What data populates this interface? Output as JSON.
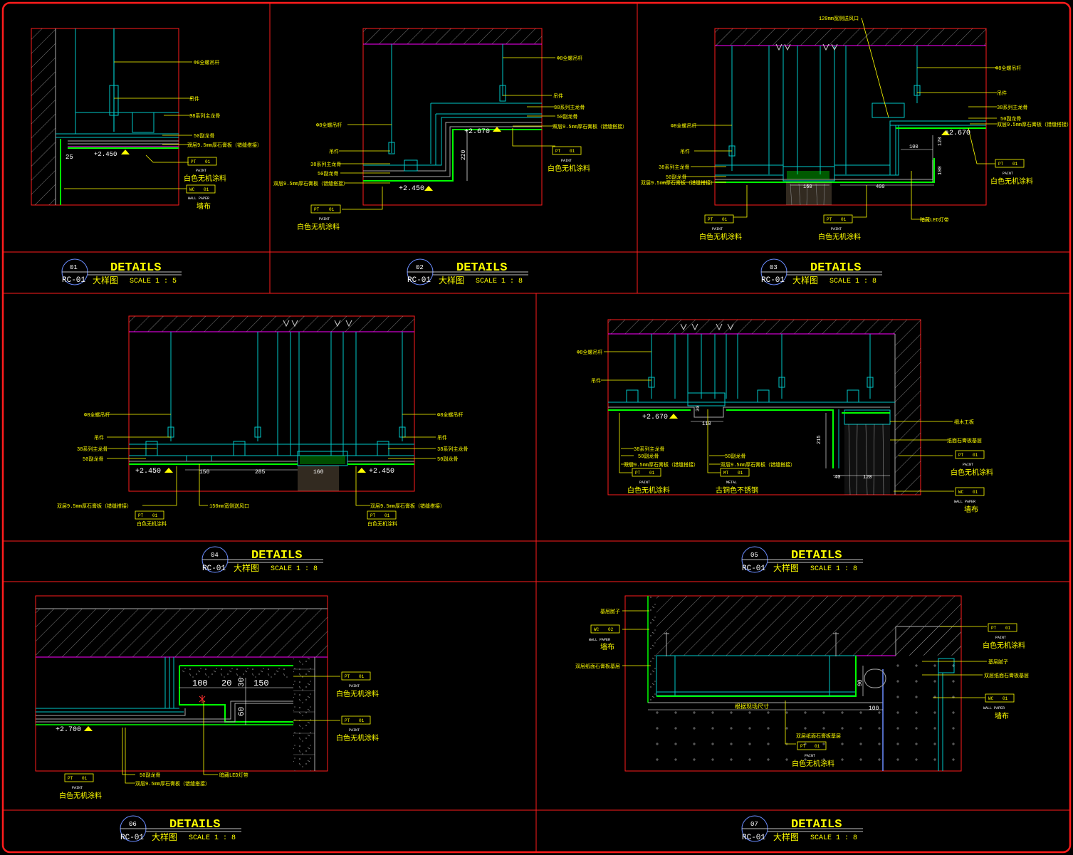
{
  "colors": {
    "frame": "#ff1c1c",
    "text": "#ffff00",
    "structure": "#00c8c8",
    "ceiling_line": "#ff00ff",
    "paint_layer": "#00ff00",
    "dimension": "#ffffff"
  },
  "panels": [
    {
      "num": "01",
      "code": "RC-01",
      "title": "DETAILS",
      "subtitle": "大样图",
      "scale": "SCALE 1 : 5",
      "level": "+2.450",
      "notes": [
        "Φ8全螺吊杆",
        "吊件",
        "38系列主龙骨",
        "50副龙骨",
        "双层9.5mm厚石膏板（错缝搭接）"
      ],
      "dims": [
        "25"
      ],
      "tags": [
        {
          "code": "PT",
          "num": "01",
          "label": "PAINT",
          "desc": "白色无机涂料"
        },
        {
          "code": "WC",
          "num": "01",
          "label": "WALL PAPER",
          "desc": "墙布"
        }
      ]
    },
    {
      "num": "02",
      "code": "RC-01",
      "title": "DETAILS",
      "subtitle": "大样图",
      "scale": "SCALE 1 : 8",
      "levels": [
        "+2.670",
        "+2.450"
      ],
      "notes_left": [
        "Φ8全螺吊杆",
        "吊件",
        "38系列主龙骨",
        "50副龙骨",
        "双层9.5mm厚石膏板（错缝搭接）"
      ],
      "notes_right": [
        "Φ8全螺吊杆",
        "吊件",
        "38系列主龙骨",
        "50副龙骨",
        "双层9.5mm厚石膏板（错缝搭接）"
      ],
      "dims": [
        "220"
      ],
      "tags": [
        {
          "code": "PT",
          "num": "01",
          "label": "PAINT",
          "desc": "白色无机涂料"
        },
        {
          "code": "PT",
          "num": "01",
          "label": "PAINT",
          "desc": "白色无机涂料"
        }
      ]
    },
    {
      "num": "03",
      "code": "RC-01",
      "title": "DETAILS",
      "subtitle": "大样图",
      "scale": "SCALE 1 : 8",
      "level": "+2.670",
      "notes_left": [
        "Φ8全螺吊杆",
        "吊件",
        "38系列主龙骨",
        "50副龙骨",
        "双层9.5mm厚石膏板（错缝搭接）"
      ],
      "notes_right": [
        "Φ8全螺吊杆",
        "吊件",
        "38系列主龙骨",
        "50副龙骨",
        "双层9.5mm厚石膏板（错缝搭接）"
      ],
      "note_top": "120mm宽侧送风口",
      "note_led": "暗藏LED灯带",
      "dims": [
        "100",
        "120",
        "100",
        "160",
        "400"
      ],
      "tags": [
        {
          "code": "PT",
          "num": "01",
          "label": "PAINT",
          "desc": "白色无机涂料"
        },
        {
          "code": "PT",
          "num": "01",
          "label": "PAINT",
          "desc": "白色无机涂料"
        },
        {
          "code": "PT",
          "num": "01",
          "label": "PAINT",
          "desc": "白色无机涂料"
        }
      ]
    },
    {
      "num": "04",
      "code": "RC-01",
      "title": "DETAILS",
      "subtitle": "大样图",
      "scale": "SCALE 1 : 8",
      "levels": [
        "+2.450",
        "+2.450"
      ],
      "notes_left": [
        "Φ8全螺吊杆",
        "吊件",
        "38系列主龙骨",
        "50副龙骨"
      ],
      "notes_right": [
        "Φ8全螺吊杆",
        "吊件",
        "38系列主龙骨",
        "50副龙骨"
      ],
      "note_bottom_left": "双层9.5mm厚石膏板（错缝搭接）",
      "note_bottom_right": "双层9.5mm厚石膏板（错缝搭接）",
      "note_vent": "150mm宽侧送风口",
      "dims": [
        "150",
        "285",
        "160"
      ],
      "tags": [
        {
          "code": "PT",
          "num": "01",
          "desc": "白色无机涂料"
        },
        {
          "code": "PT",
          "num": "01",
          "desc": "白色无机涂料"
        }
      ]
    },
    {
      "num": "05",
      "code": "RC-01",
      "title": "DETAILS",
      "subtitle": "大样图",
      "scale": "SCALE 1 : 8",
      "level": "+2.670",
      "notes_left": [
        "Φ8全螺吊杆",
        "吊件"
      ],
      "notes_bottom": [
        "38系列主龙骨",
        "50副龙骨",
        "双层9.5mm厚石膏板（错缝搭接）"
      ],
      "notes_mid": [
        "50副龙骨",
        "双层9.5mm厚石膏板（错缝搭接）"
      ],
      "notes_right": [
        "细木工板",
        "纸面石膏板基层"
      ],
      "dims": [
        "30",
        "110",
        "215",
        "40",
        "120"
      ],
      "tags": [
        {
          "code": "PT",
          "num": "01",
          "label": "PAINT",
          "desc": "白色无机涂料"
        },
        {
          "code": "MT",
          "num": "01",
          "label": "METAL",
          "desc": "古铜色不锈钢"
        },
        {
          "code": "PT",
          "num": "01",
          "label": "PAINT",
          "desc": "白色无机涂料"
        },
        {
          "code": "WC",
          "num": "01",
          "label": "WALL PAPER",
          "desc": "墙布"
        }
      ]
    },
    {
      "num": "06",
      "code": "RC-01",
      "title": "DETAILS",
      "subtitle": "大样图",
      "scale": "SCALE 1 : 8",
      "level": "+2.700",
      "notes": [
        "50副龙骨",
        "双层9.5mm厚石膏板（错缝搭接）"
      ],
      "note_led": "暗藏LED灯带",
      "dims": [
        "100",
        "20",
        "30",
        "150",
        "60"
      ],
      "tags": [
        {
          "code": "PT",
          "num": "01",
          "label": "PAINT",
          "desc": "白色无机涂料"
        },
        {
          "code": "PT",
          "num": "01",
          "label": "PAINT",
          "desc": "白色无机涂料"
        },
        {
          "code": "PT",
          "num": "01",
          "label": "PAINT",
          "desc": "白色无机涂料"
        }
      ]
    },
    {
      "num": "07",
      "code": "RC-01",
      "title": "DETAILS",
      "subtitle": "大样图",
      "scale": "SCALE 1 : 8",
      "notes_left": [
        "基层腻子",
        "双层纸面石膏板基层"
      ],
      "notes_right": [
        "基层腻子",
        "双层纸面石膏板基层"
      ],
      "note_width": "根据现场尺寸",
      "note_bottom": "双层纸面石膏板基层",
      "dims": [
        "90",
        "100"
      ],
      "tags": [
        {
          "code": "WC",
          "num": "02",
          "label": "WALL PAPER",
          "desc": "墙布"
        },
        {
          "code": "PT",
          "num": "01",
          "label": "PAINT",
          "desc": "白色无机涂料"
        },
        {
          "code": "WC",
          "num": "01",
          "label": "WALL PAPER",
          "desc": "墙布"
        },
        {
          "code": "PT",
          "num": "01",
          "label": "PAINT",
          "desc": "白色无机涂料"
        }
      ]
    }
  ]
}
